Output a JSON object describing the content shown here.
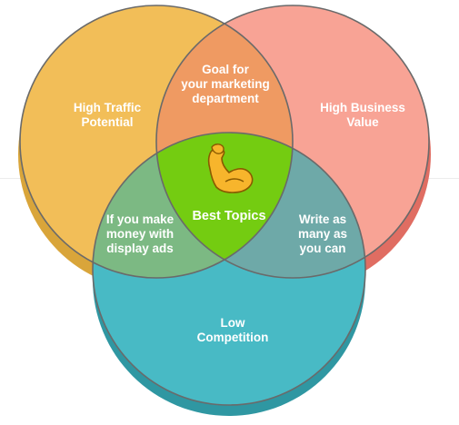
{
  "venn": {
    "circles": [
      {
        "id": "traffic",
        "label": "High Traffic\nPotential",
        "color": "#f2be58",
        "shadow": "#d9a53a"
      },
      {
        "id": "business",
        "label": "High Business\nValue",
        "color": "#f8a395",
        "shadow": "#e06d62"
      },
      {
        "id": "competition",
        "label": "Low\nCompetition",
        "color": "#48bac5",
        "shadow": "#2f97a2"
      }
    ],
    "overlaps": {
      "traffic_business": {
        "label": "Goal for\nyour marketing\ndepartment",
        "color": "#ef9a62"
      },
      "traffic_competition": {
        "label": "If you make\nmoney with\ndisplay ads",
        "color": "#7cb983"
      },
      "business_competition": {
        "label": "Write as\nmany as\nyou can",
        "color": "#6ea9a8"
      },
      "all": {
        "label": "Best Topics",
        "color": "#74cc11",
        "icon": "flexed-biceps-icon"
      }
    },
    "outline_color": "#6a6a6a"
  }
}
